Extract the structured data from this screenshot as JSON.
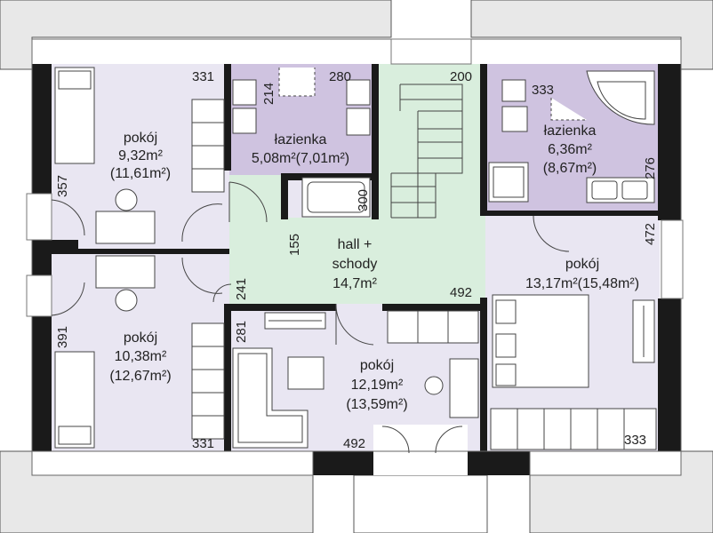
{
  "rooms": {
    "room_tl": {
      "name": "pokój",
      "area": "9,32m²",
      "area_gross": "(11,61m²)"
    },
    "bath_left": {
      "name": "łazienka",
      "area_line": "5,08m²(7,01m²)"
    },
    "bath_right": {
      "name": "łazienka",
      "area": "6,36m²",
      "area_gross": "(8,67m²)"
    },
    "hall": {
      "name1": "hall +",
      "name2": "schody",
      "area": "14,7m²"
    },
    "room_r": {
      "name": "pokój",
      "area_line": "13,17m²(15,48m²)"
    },
    "room_bl": {
      "name": "pokój",
      "area": "10,38m²",
      "area_gross": "(12,67m²)"
    },
    "room_bc": {
      "name": "pokój",
      "area": "12,19m²",
      "area_gross": "(13,59m²)"
    }
  },
  "dimensions": {
    "d331_top": "331",
    "d214": "214",
    "d280": "280",
    "d200": "200",
    "d333_top": "333",
    "d357": "357",
    "d276": "276",
    "d300": "300",
    "d155": "155",
    "d472": "472",
    "d241": "241",
    "d492_top": "492",
    "d281": "281",
    "d391": "391",
    "d331_bottom": "331",
    "d492_bottom": "492",
    "d333_bottom": "333"
  },
  "colors": {
    "bedroom": "#e9e6f2",
    "bathroom": "#cfc3e0",
    "hall": "#d9eedd",
    "wall": "#1a1a1a",
    "roof": "#e6e6e6"
  }
}
